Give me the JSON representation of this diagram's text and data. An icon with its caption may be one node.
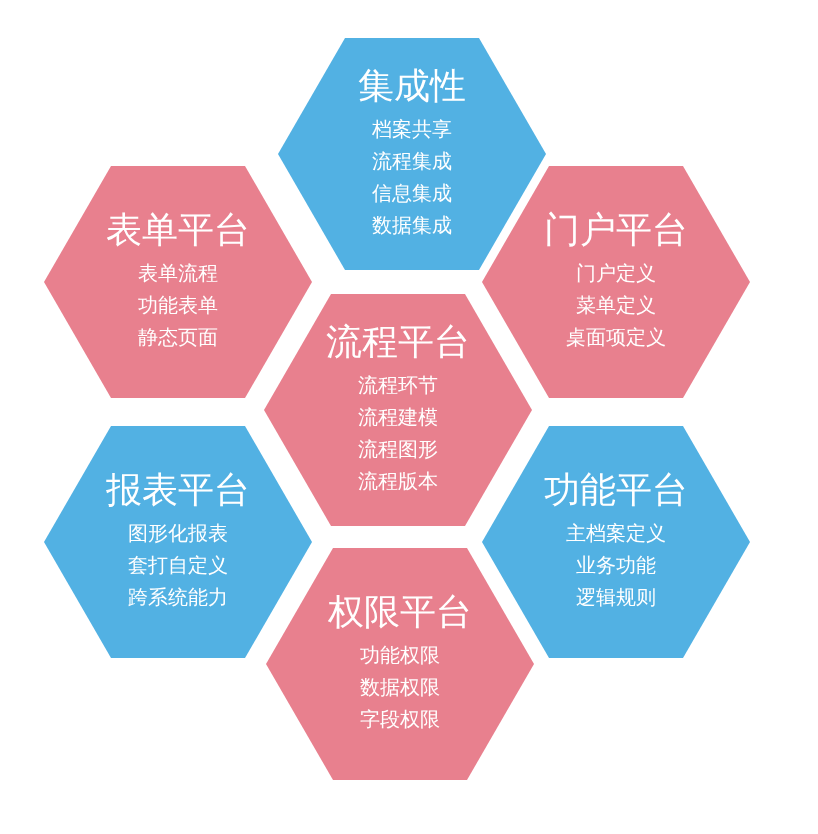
{
  "diagram": {
    "nodes": [
      {
        "text": [
          "集成性",
          "档案共享",
          "流程集成",
          "信息集成",
          "数据集成"
        ]
      },
      {
        "text": [
          "表单平台",
          "表单流程",
          "功能表单",
          "静态页面"
        ]
      },
      {
        "text": [
          "门户平台",
          "门户定义",
          "菜单定义",
          "桌面项定义"
        ]
      },
      {
        "text": [
          "流程平台",
          "流程环节",
          "流程建模",
          "流程图形",
          "流程版本"
        ]
      },
      {
        "text": [
          "报表平台",
          "图形化报表",
          "套打自定义",
          "跨系统能力"
        ]
      },
      {
        "text": [
          "功能平台",
          "主档案定义",
          "业务功能",
          "逻辑规则"
        ]
      },
      {
        "text": [
          "权限平台",
          "功能权限",
          "数据权限",
          "字段权限"
        ]
      }
    ]
  }
}
